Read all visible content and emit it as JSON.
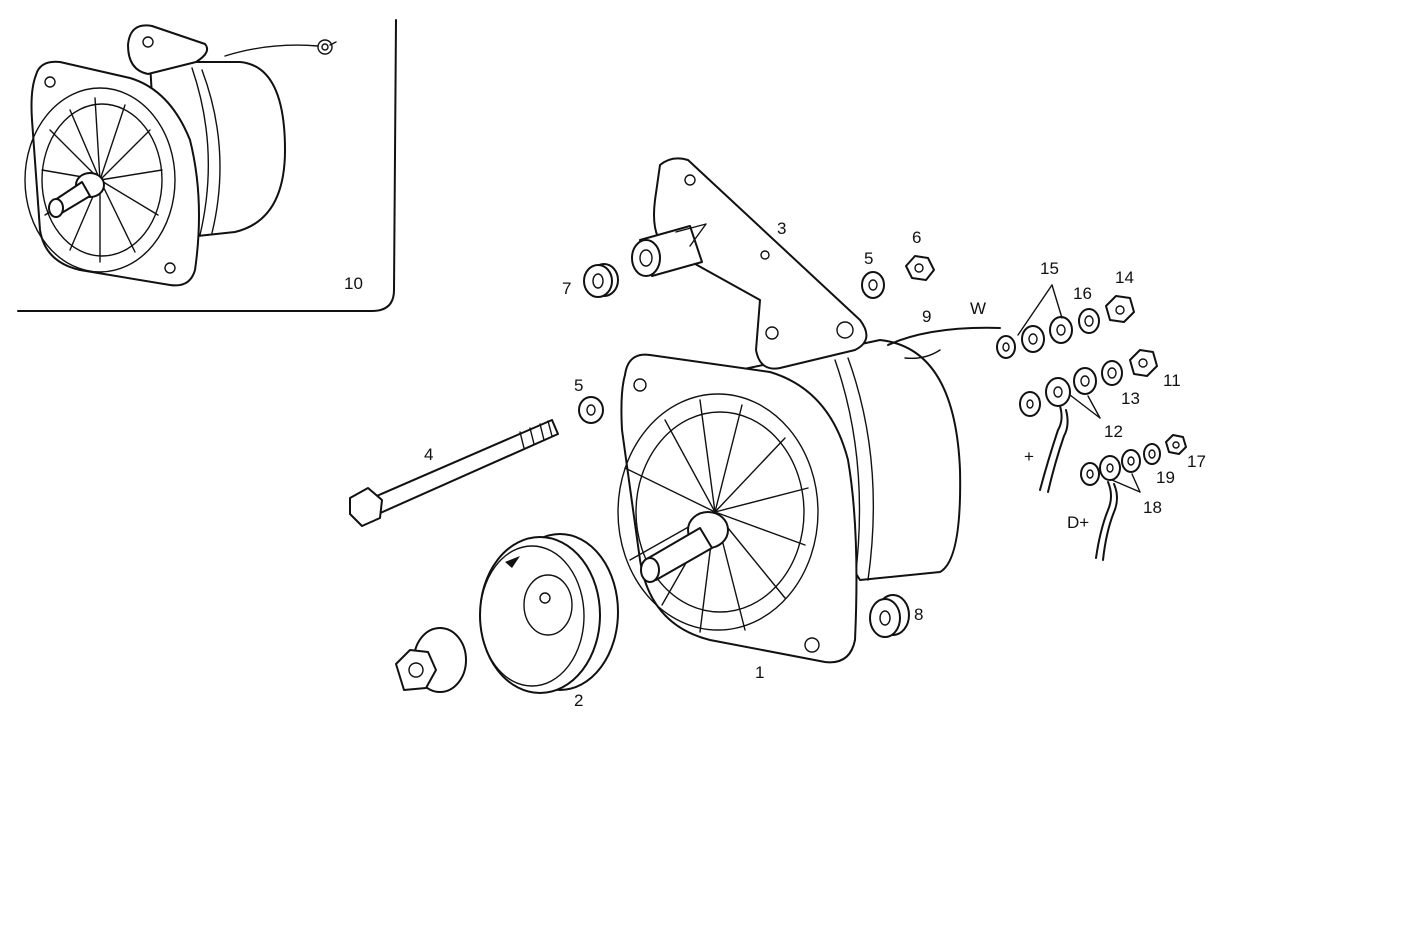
{
  "diagram": {
    "callouts": {
      "p1": "1",
      "p2": "2",
      "p3": "3",
      "p4": "4",
      "p5a": "5",
      "p5b": "5",
      "p6": "6",
      "p7": "7",
      "p8": "8",
      "p9": "9",
      "p10": "10",
      "p11": "11",
      "p12": "12",
      "p13": "13",
      "p14": "14",
      "p15": "15",
      "p16": "16",
      "p17": "17",
      "p18": "18",
      "p19": "19"
    },
    "terminals": {
      "w": "W",
      "plus": "+",
      "d_plus": "D+"
    }
  }
}
